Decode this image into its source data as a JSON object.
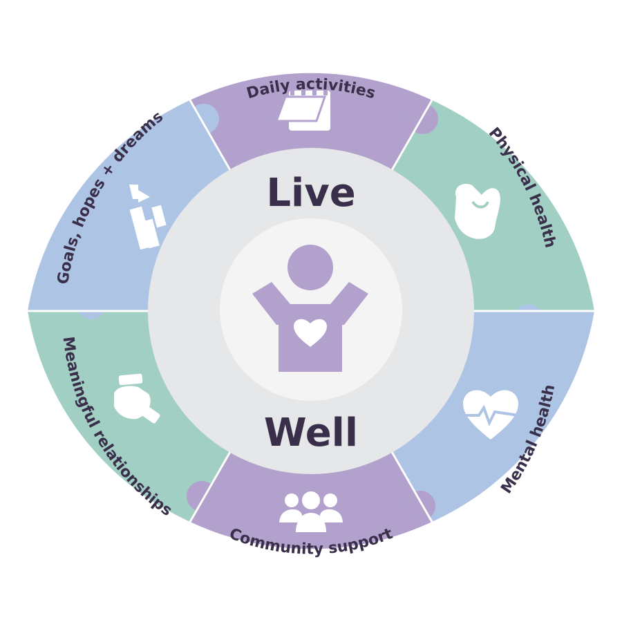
{
  "center": {
    "top_word": "Live",
    "bottom_word": "Well"
  },
  "segments": [
    {
      "label": "Daily activities",
      "icon": "calendar-icon",
      "color": "#b1a1cc"
    },
    {
      "label": "Physical health",
      "icon": "flexed-arm-icon",
      "color": "#a2cfc3"
    },
    {
      "label": "Mental health",
      "icon": "heartbeat-icon",
      "color": "#aec4e4"
    },
    {
      "label": "Community support",
      "icon": "people-group-icon",
      "color": "#b1a1cc"
    },
    {
      "label": "Meaningful relationships",
      "icon": "handshake-icon",
      "color": "#a2cfc3"
    },
    {
      "label": "Goals, hopes + dreams",
      "icon": "mountain-flag-icon",
      "color": "#aec4e4"
    }
  ],
  "colors": {
    "text": "#3a2f4a",
    "purple": "#b1a1cc",
    "green": "#a2cfc3",
    "blue": "#aec4e4",
    "inner_ring": "#e6e7e8",
    "core": "#f4f4f5",
    "figure": "#b1a1cc"
  }
}
